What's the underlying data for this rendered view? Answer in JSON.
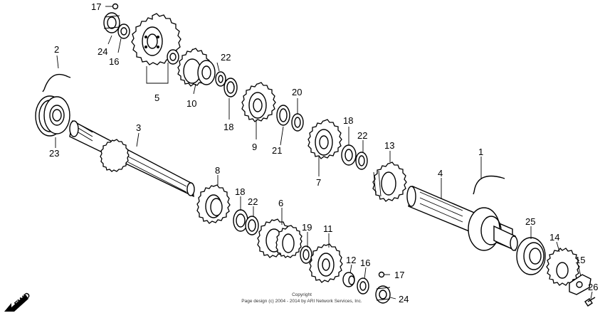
{
  "diagram": {
    "labels": [
      {
        "id": "p17a",
        "text": "17"
      },
      {
        "id": "p24a",
        "text": "24"
      },
      {
        "id": "p16a",
        "text": "16"
      },
      {
        "id": "p22a",
        "text": "22"
      },
      {
        "id": "p5",
        "text": "5"
      },
      {
        "id": "p10",
        "text": "10"
      },
      {
        "id": "p18a",
        "text": "18"
      },
      {
        "id": "p2",
        "text": "2"
      },
      {
        "id": "p20",
        "text": "20"
      },
      {
        "id": "p9",
        "text": "9"
      },
      {
        "id": "p21",
        "text": "21"
      },
      {
        "id": "p3",
        "text": "3"
      },
      {
        "id": "p23",
        "text": "23"
      },
      {
        "id": "p18b",
        "text": "18"
      },
      {
        "id": "p22b",
        "text": "22"
      },
      {
        "id": "p13",
        "text": "13"
      },
      {
        "id": "p7",
        "text": "7"
      },
      {
        "id": "p1",
        "text": "1"
      },
      {
        "id": "p4",
        "text": "4"
      },
      {
        "id": "p8",
        "text": "8"
      },
      {
        "id": "p18c",
        "text": "18"
      },
      {
        "id": "p22c",
        "text": "22"
      },
      {
        "id": "p6",
        "text": "6"
      },
      {
        "id": "p19",
        "text": "19"
      },
      {
        "id": "p11",
        "text": "11"
      },
      {
        "id": "p25",
        "text": "25"
      },
      {
        "id": "p14",
        "text": "14"
      },
      {
        "id": "p12",
        "text": "12"
      },
      {
        "id": "p16b",
        "text": "16"
      },
      {
        "id": "p17b",
        "text": "17"
      },
      {
        "id": "p15",
        "text": "15"
      },
      {
        "id": "p26",
        "text": "26"
      },
      {
        "id": "p24b",
        "text": "24"
      }
    ],
    "fwd_label": "FWD",
    "copyright_line1": "Copyright",
    "copyright_line2": "Page design (c) 2004 - 2014 by ARI Network Services, Inc."
  }
}
